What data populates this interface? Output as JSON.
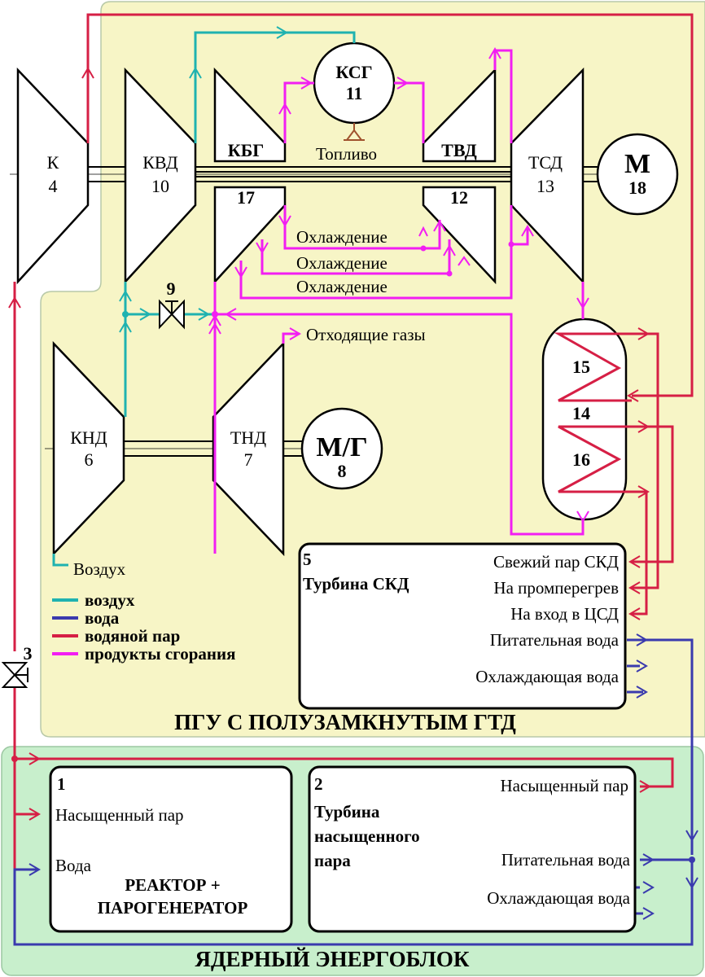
{
  "colors": {
    "air": "#1fb2b0",
    "water": "#3a3aae",
    "steam": "#d61f45",
    "gas": "#f21ef2",
    "pgu_bg": "#f7f5c6",
    "nuclear_bg": "#c8efcc"
  },
  "components": {
    "k": {
      "name": "К",
      "num": "4"
    },
    "kvd": {
      "name": "КВД",
      "num": "10"
    },
    "kbg": {
      "name": "КБГ",
      "num": "17"
    },
    "ksg": {
      "name": "КСГ",
      "num": "11"
    },
    "tvd": {
      "name": "ТВД",
      "num": "12"
    },
    "tsd": {
      "name": "ТСД",
      "num": "13"
    },
    "m": {
      "name": "М",
      "num": "18"
    },
    "knd": {
      "name": "КНД",
      "num": "6"
    },
    "tnd": {
      "name": "ТНД",
      "num": "7"
    },
    "mg": {
      "name": "М/Г",
      "num": "8"
    },
    "hx_upper": "15",
    "hx_mid": "14",
    "hx_lower": "16",
    "valve9": "9",
    "valve3": "3"
  },
  "labels": {
    "fuel": "Топливо",
    "cooling": "Охлаждение",
    "exhaust": "Отходящие газы",
    "air_in": "Воздух"
  },
  "legend": [
    {
      "label": "воздух",
      "color": "#1fb2b0"
    },
    {
      "label": "вода",
      "color": "#3a3aae"
    },
    {
      "label": "водяной пар",
      "color": "#d61f45"
    },
    {
      "label": "продукты сгорания",
      "color": "#f21ef2"
    }
  ],
  "box5": {
    "num": "5",
    "title": "Турбина СКД",
    "ports": [
      "Свежий пар СКД",
      "На промперегрев",
      "На вход в ЦСД",
      "Питательная вода",
      "Охлаждающая вода"
    ]
  },
  "box1": {
    "num": "1",
    "steam": "Насыщенный пар",
    "water": "Вода",
    "title_line1": "РЕАКТОР +",
    "title_line2": "ПАРОГЕНЕРАТОР"
  },
  "box2": {
    "num": "2",
    "title_line1": "Турбина",
    "title_line2": "насыщенного",
    "title_line3": "пара",
    "ports": [
      "Насыщенный пар",
      "Питательная вода",
      "Охлаждающая вода"
    ]
  },
  "regions": {
    "pgu_title": "ПГУ С ПОЛУЗАМКНУТЫМ ГТД",
    "nuclear_title": "ЯДЕРНЫЙ ЭНЕРГОБЛОК"
  }
}
